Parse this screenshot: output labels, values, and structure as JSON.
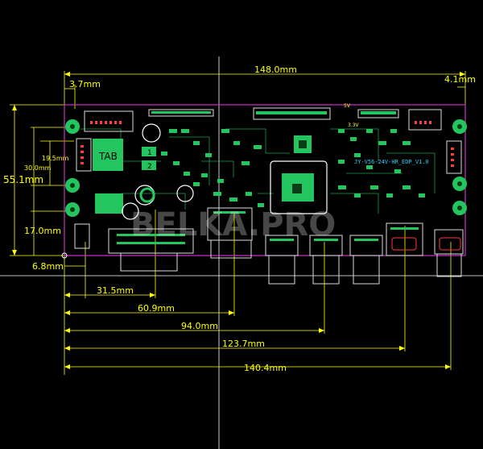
{
  "dimensions": {
    "width_total": "148.0mm",
    "left_offset": "3.7mm",
    "right_offset": "4.1mm",
    "height_total": "55.1mm",
    "h_30": "30.0mm",
    "h_19": "19.5mm",
    "h_17": "17.0mm",
    "x_6_8": "6.8mm",
    "x_31_5": "31.5mm",
    "x_60_9": "60.9mm",
    "x_94": "94.0mm",
    "x_123_7": "123.7mm",
    "x_140_4": "140.4mm"
  },
  "board": {
    "part_label": "JY-V56-24V-HR_EDP_V1.0",
    "tab_label": "TAB",
    "cap_1": "1",
    "cap_2": "2",
    "rail_33": "3.3V",
    "rail_5": "5V"
  },
  "watermark": "BELKA.PRO",
  "colors": {
    "background": "#000000",
    "dimension": "#ffff00",
    "board_outline": "#cc33cc",
    "copper": "#22c55e",
    "silk": "#ffff00",
    "text_cyan": "#22d3ee"
  }
}
